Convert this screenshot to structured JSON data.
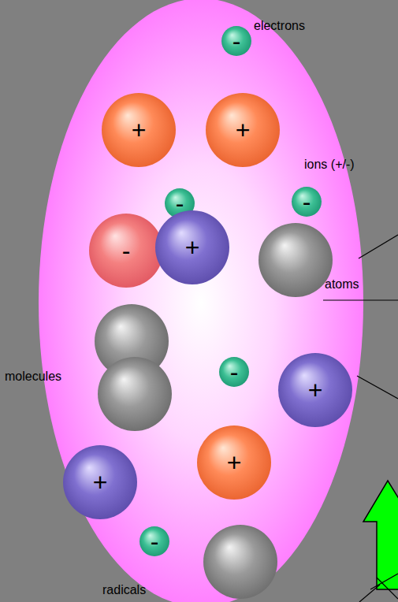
{
  "diagram": {
    "nodes": [
      {
        "text": [
          "-"
        ]
      },
      {
        "text": [
          "+"
        ]
      },
      {
        "text": [
          "+"
        ]
      },
      {
        "text": [
          "-"
        ]
      },
      {
        "text": [
          "-"
        ]
      },
      {
        "text": [
          "-"
        ]
      },
      {
        "text": [
          "+"
        ]
      },
      {
        "text": [
          "-"
        ]
      },
      {
        "text": [
          "+"
        ]
      },
      {
        "text": [
          "+"
        ]
      },
      {
        "text": [
          "+"
        ]
      },
      {
        "text": [
          "-"
        ]
      }
    ],
    "labels": [
      "electrons",
      "ions (+/-)",
      "atoms",
      "molecules",
      "radicals"
    ]
  }
}
